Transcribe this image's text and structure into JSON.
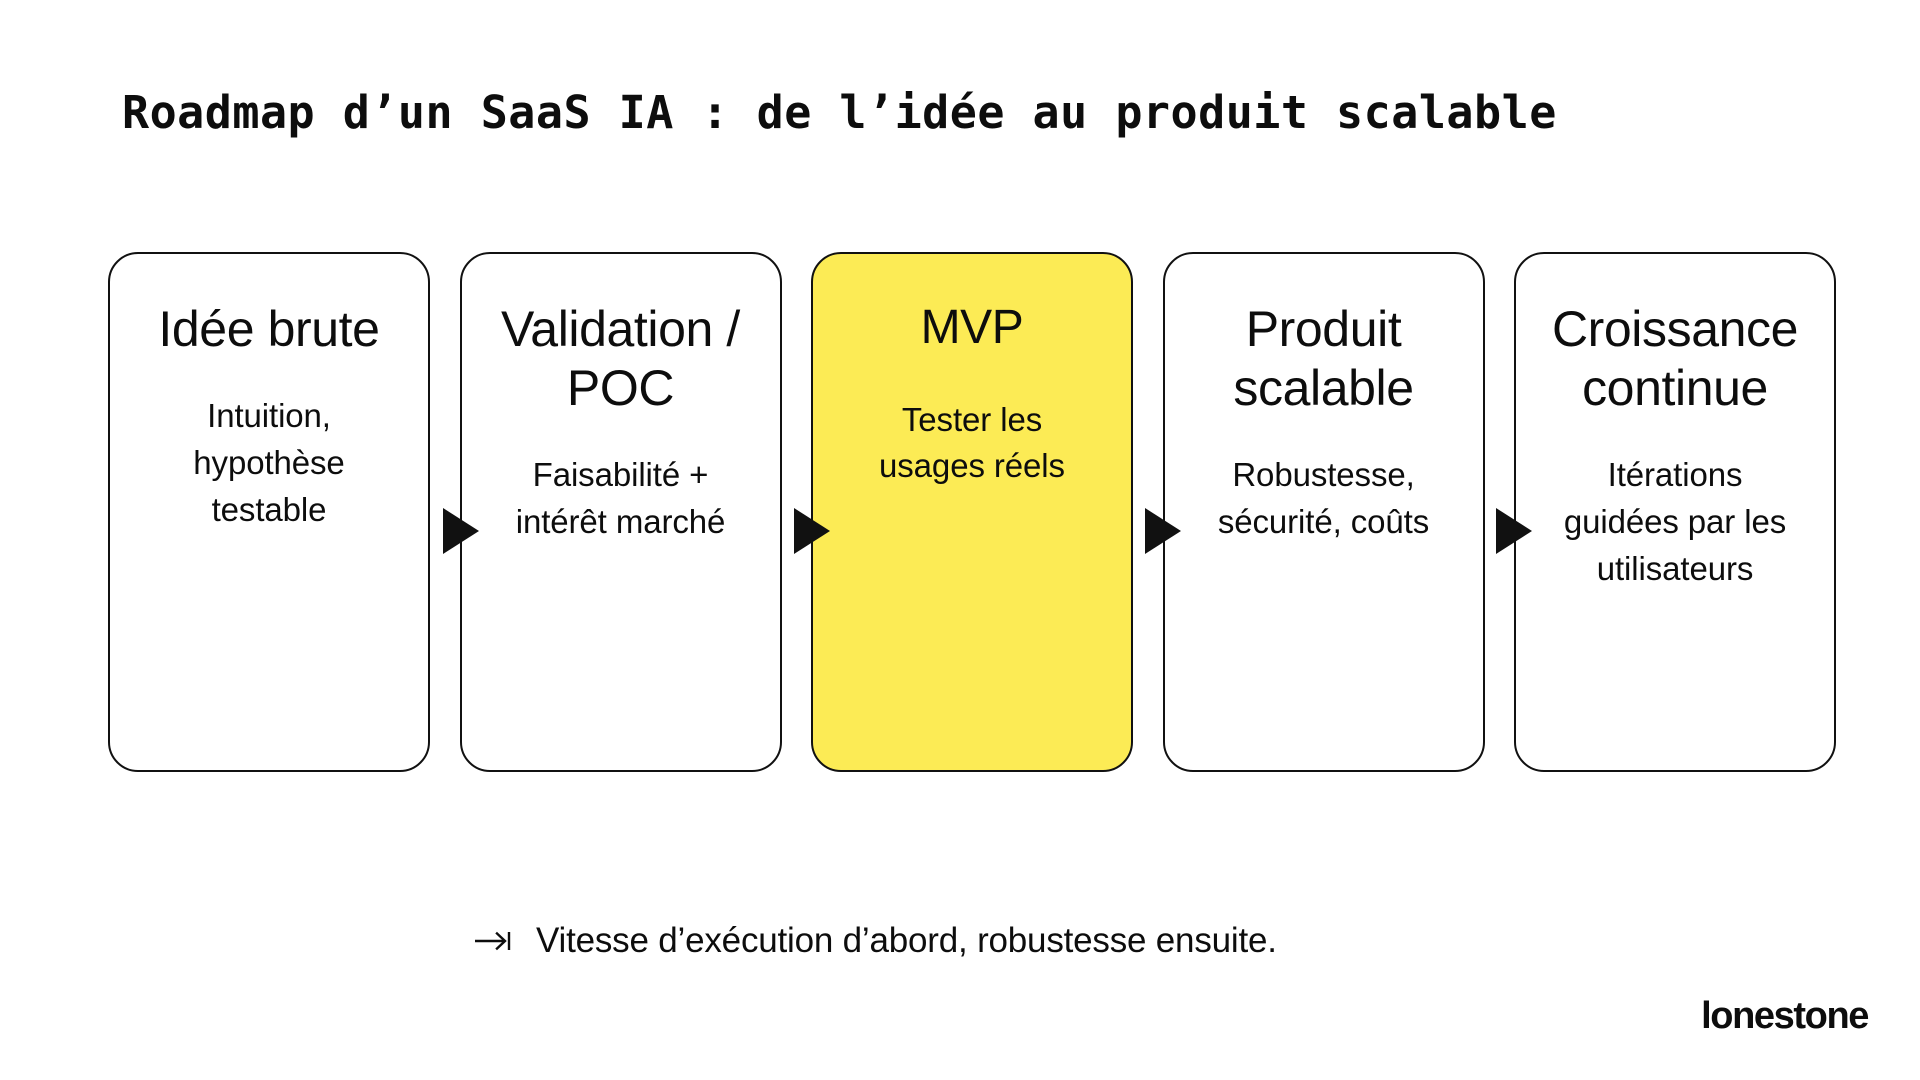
{
  "slide": {
    "title": "Roadmap d’un SaaS IA : de l’idée au produit scalable",
    "background_color": "#ffffff",
    "text_color": "#0d0d0d",
    "highlight_color": "#FCEB55",
    "border_color": "#111111"
  },
  "stages": [
    {
      "title": "Idée brute",
      "body": "Intuition,\nhypothèse\ntestable",
      "highlighted": false
    },
    {
      "title": "Validation /\nPOC",
      "body": "Faisabilité +\nintérêt marché",
      "highlighted": false
    },
    {
      "title": "MVP",
      "body": "Tester les\nusages réels",
      "highlighted": true
    },
    {
      "title": "Produit\nscalable",
      "body": "Robustesse,\nsécurité, coûts",
      "highlighted": false
    },
    {
      "title": "Croissance\ncontinue",
      "body": "Itérations\nguidées par les\nutilisateurs",
      "highlighted": false
    }
  ],
  "arrows": [
    {
      "icon": "triangle-right-icon"
    },
    {
      "icon": "triangle-right-icon"
    },
    {
      "icon": "triangle-right-icon"
    },
    {
      "icon": "triangle-right-icon"
    }
  ],
  "footer": {
    "icon": "arrow-to-bar-icon",
    "text": "Vitesse d’exécution d’abord, robustesse ensuite."
  },
  "brand": {
    "name": "lonestone"
  }
}
